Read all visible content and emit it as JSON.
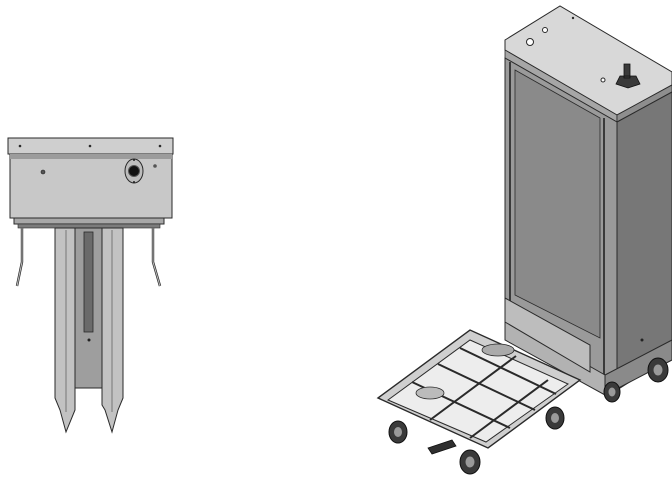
{
  "figure": {
    "views": [
      {
        "id": "front",
        "subject": "bracket-assembly-front-view"
      },
      {
        "id": "iso",
        "subject": "cabinet-with-trolley-isometric-view"
      }
    ]
  },
  "colors": {
    "panel_light": "#d9d9d9",
    "panel_mid": "#b5b5b5",
    "panel_dark": "#6e6e6e",
    "edge": "#2a2a2a",
    "shadow": "#8a8a8a",
    "wheel": "#3a3a3a"
  }
}
